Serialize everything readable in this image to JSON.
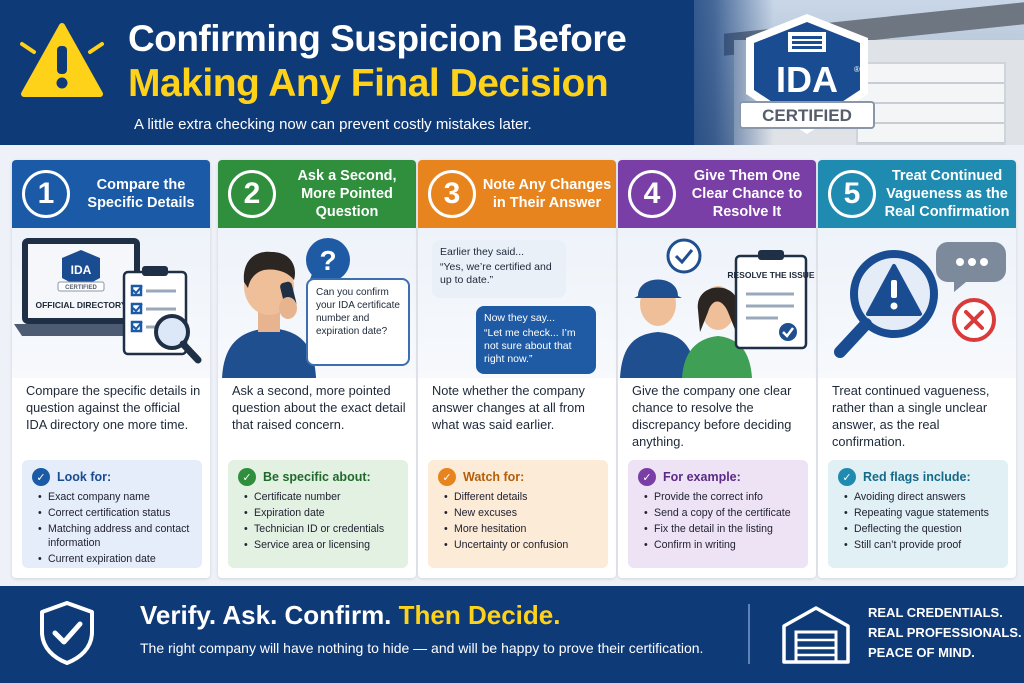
{
  "header": {
    "title_line1": "Confirming Suspicion Before",
    "title_line2": "Making Any Final Decision",
    "subtitle": "A little extra checking now can prevent costly mistakes later.",
    "badge_main": "IDA",
    "badge_sub": "CERTIFIED",
    "badge_reg": "®"
  },
  "colors": {
    "navy": "#0f3a78",
    "yellow": "#ffd21a",
    "step1": "#1a5aa6",
    "step2": "#2f8f3c",
    "step3": "#e8841d",
    "step4": "#7a3fa6",
    "step5": "#1f8bb0"
  },
  "steps": [
    {
      "number": "1",
      "title": "Compare the Specific Details",
      "illus_badge": "IDA",
      "illus_badge_sub": "CERTIFIED",
      "illus_label": "OFFICIAL DIRECTORY",
      "description": "Compare the specific details in question against the official IDA directory one more time.",
      "list_title": "Look for:",
      "items": [
        "Exact company name",
        "Correct certification status",
        "Matching address and contact information",
        "Current expiration date"
      ]
    },
    {
      "number": "2",
      "title": "Ask a Second, More Pointed Question",
      "bubble_text": "Can you confirm your IDA certificate number and expiration date?",
      "description": "Ask a second, more pointed question about the exact detail that raised concern.",
      "list_title": "Be specific about:",
      "items": [
        "Certificate number",
        "Expiration date",
        "Technician ID or credentials",
        "Service area or licensing"
      ]
    },
    {
      "number": "3",
      "title": "Note Any Changes in Their Answer",
      "earlier_label": "Earlier they said...",
      "earlier_quote": "“Yes, we’re certified and up to date.”",
      "now_label": "Now they say...",
      "now_quote": "“Let me check... I’m not sure about that right now.”",
      "description": "Note whether the company answer changes at all from what was said earlier.",
      "list_title": "Watch for:",
      "items": [
        "Different details",
        "New excuses",
        "More hesitation",
        "Uncertainty or confusion"
      ]
    },
    {
      "number": "4",
      "title": "Give Them One Clear Chance to Resolve It",
      "clipboard_label": "RESOLVE THE ISSUE",
      "description": "Give the company one clear chance to resolve the discrepancy before deciding anything.",
      "list_title": "For example:",
      "items": [
        "Provide the correct info",
        "Send a copy of the certificate",
        "Fix the detail in the listing",
        "Confirm in writing"
      ]
    },
    {
      "number": "5",
      "title": "Treat Continued Vagueness as the Real Confirmation",
      "description": "Treat continued vagueness, rather than a single unclear answer, as the real confirmation.",
      "list_title": "Red flags include:",
      "items": [
        "Avoiding direct answers",
        "Repeating vague statements",
        "Deflecting the question",
        "Still can’t provide proof"
      ]
    }
  ],
  "footer": {
    "title_white": "Verify. Ask. Confirm.",
    "title_yellow": "Then Decide.",
    "subtitle": "The right company will have nothing to hide — and will be happy to prove their certification.",
    "tag1": "REAL CREDENTIALS.",
    "tag2": "REAL PROFESSIONALS.",
    "tag3": "PEACE OF MIND."
  }
}
